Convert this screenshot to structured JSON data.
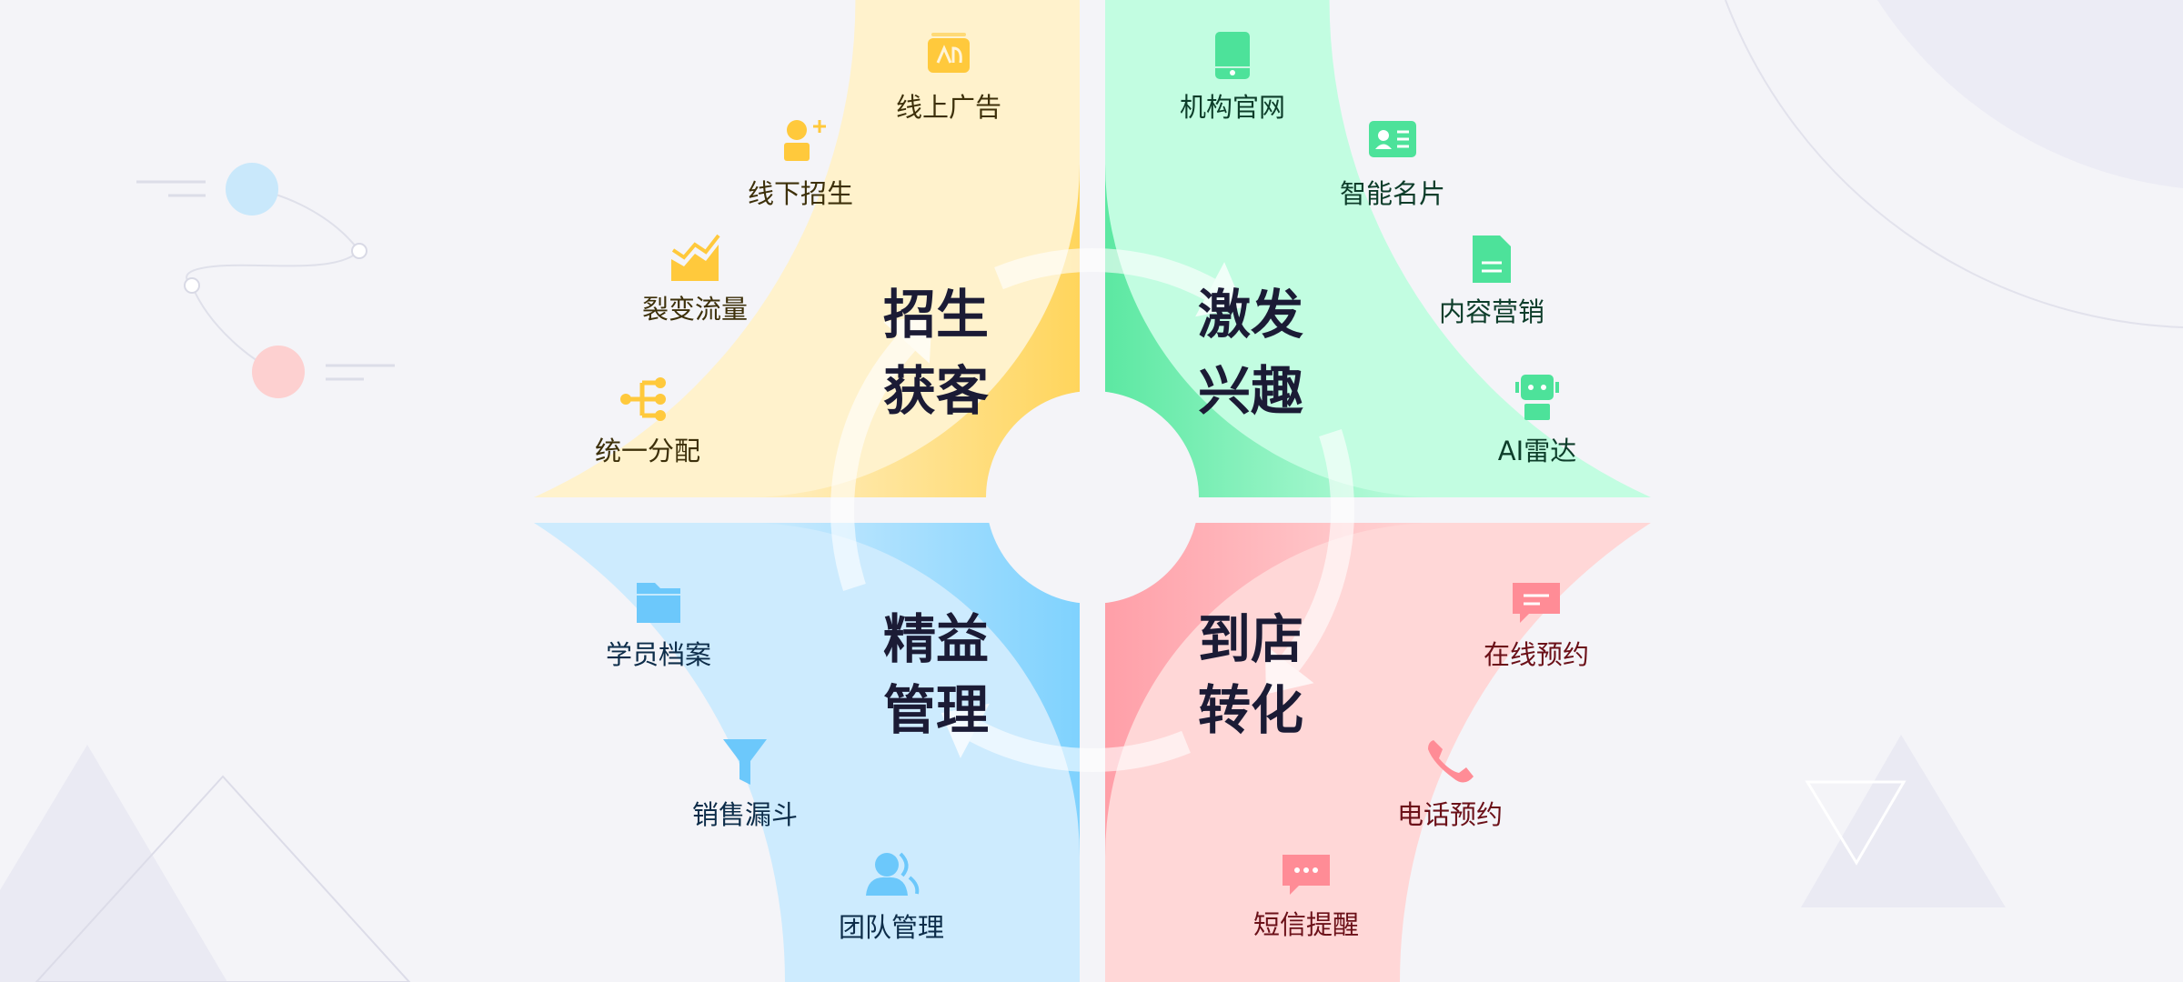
{
  "quadrants": {
    "acquire": {
      "title_line1": "招生",
      "title_line2": "获客",
      "color_light": "#fff2cc",
      "color_dark": "#ffd55c",
      "icon_color": "#ffc93c",
      "text_color": "#3d300a",
      "items": [
        {
          "label": "线上广告",
          "icon": "ad-icon"
        },
        {
          "label": "线下招生",
          "icon": "add-user-icon"
        },
        {
          "label": "裂变流量",
          "icon": "trend-chart-icon"
        },
        {
          "label": "统一分配",
          "icon": "distribute-icon"
        }
      ]
    },
    "interest": {
      "title_line1": "激发",
      "title_line2": "兴趣",
      "color_light": "#c2fde1",
      "color_dark": "#5ce8a2",
      "icon_color": "#4de29a",
      "text_color": "#0d3d2a",
      "items": [
        {
          "label": "机构官网",
          "icon": "tablet-icon"
        },
        {
          "label": "智能名片",
          "icon": "id-card-icon"
        },
        {
          "label": "内容营销",
          "icon": "document-icon"
        },
        {
          "label": "AI雷达",
          "icon": "robot-icon"
        }
      ]
    },
    "manage": {
      "title_line1": "精益",
      "title_line2": "管理",
      "color_light": "#cdebfe",
      "color_dark": "#7fd2fe",
      "icon_color": "#6cc8fb",
      "text_color": "#0d2d4a",
      "items": [
        {
          "label": "学员档案",
          "icon": "folder-icon"
        },
        {
          "label": "销售漏斗",
          "icon": "funnel-icon"
        },
        {
          "label": "团队管理",
          "icon": "team-icon"
        }
      ]
    },
    "convert": {
      "title_line1": "到店",
      "title_line2": "转化",
      "color_light": "#ffd7d7",
      "color_dark": "#ff9fa8",
      "icon_color": "#ff8c96",
      "text_color": "#6b1018",
      "items": [
        {
          "label": "在线预约",
          "icon": "message-icon"
        },
        {
          "label": "电话预约",
          "icon": "phone-icon"
        },
        {
          "label": "短信提醒",
          "icon": "sms-icon"
        }
      ]
    }
  },
  "background_color": "#f4f4f8"
}
